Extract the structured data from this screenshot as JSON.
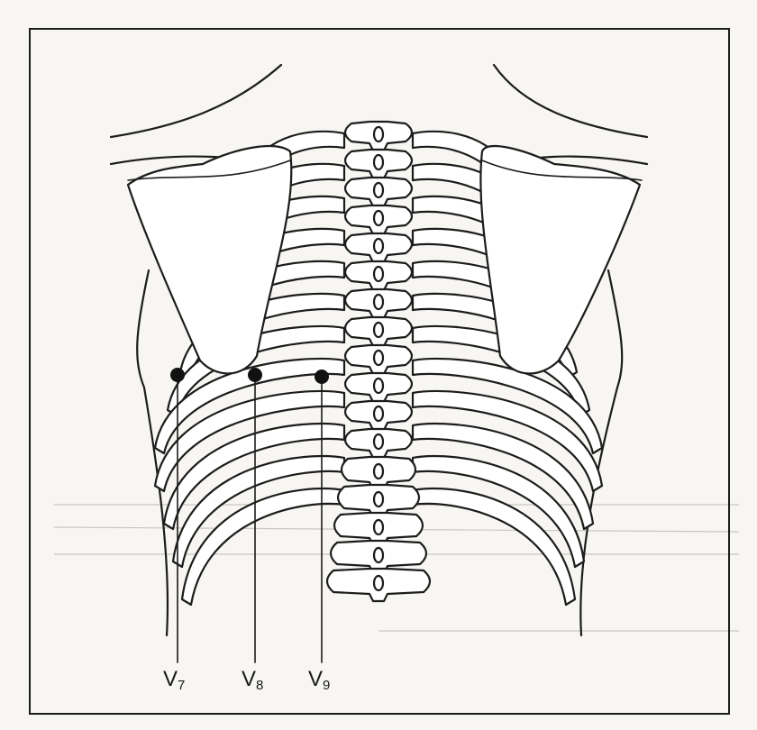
{
  "leads": [
    {
      "id": "v7",
      "letter": "V",
      "sub": "7"
    },
    {
      "id": "v8",
      "letter": "V",
      "sub": "8"
    },
    {
      "id": "v9",
      "letter": "V",
      "sub": "9"
    }
  ],
  "colors": {
    "ink": "#1c1c1c",
    "background": "#f7f6f2",
    "bone": "#ffffff",
    "electrode": "#111111"
  }
}
